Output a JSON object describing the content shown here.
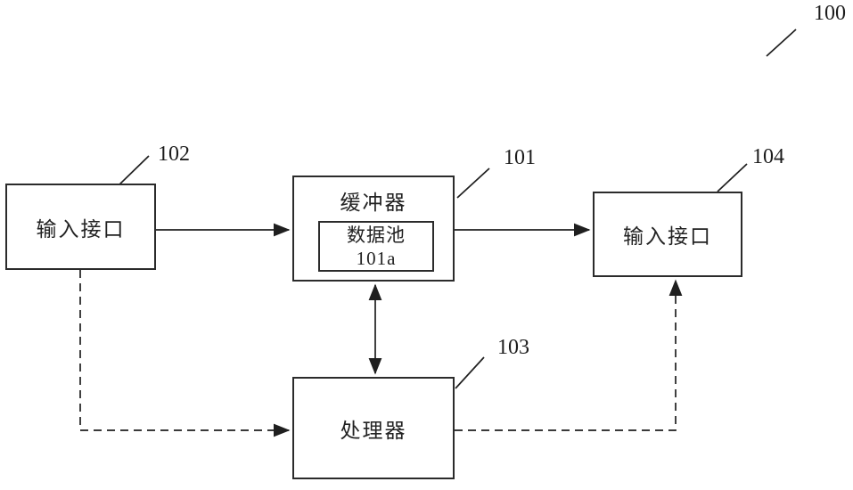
{
  "figure": {
    "ref": "100"
  },
  "boxes": {
    "input_left": {
      "label": "输入接口",
      "ref": "102"
    },
    "buffer": {
      "label": "缓冲器",
      "ref": "101"
    },
    "data_pool": {
      "label": "数据池",
      "ref": "101a"
    },
    "input_right": {
      "label": "输入接口",
      "ref": "104"
    },
    "processor": {
      "label": "处理器",
      "ref": "103"
    }
  },
  "connections": [
    {
      "from": "102",
      "to": "101",
      "style": "solid-arrow"
    },
    {
      "from": "101",
      "to": "104",
      "style": "solid-arrow"
    },
    {
      "from": "101",
      "to": "103",
      "style": "solid-double-arrow"
    },
    {
      "from": "102",
      "to": "103",
      "style": "dashed-arrow"
    },
    {
      "from": "103",
      "to": "104",
      "style": "dashed-arrow"
    }
  ],
  "colors": {
    "line": "#1f1f1f",
    "border": "#2b2b2b",
    "background": "#ffffff"
  }
}
